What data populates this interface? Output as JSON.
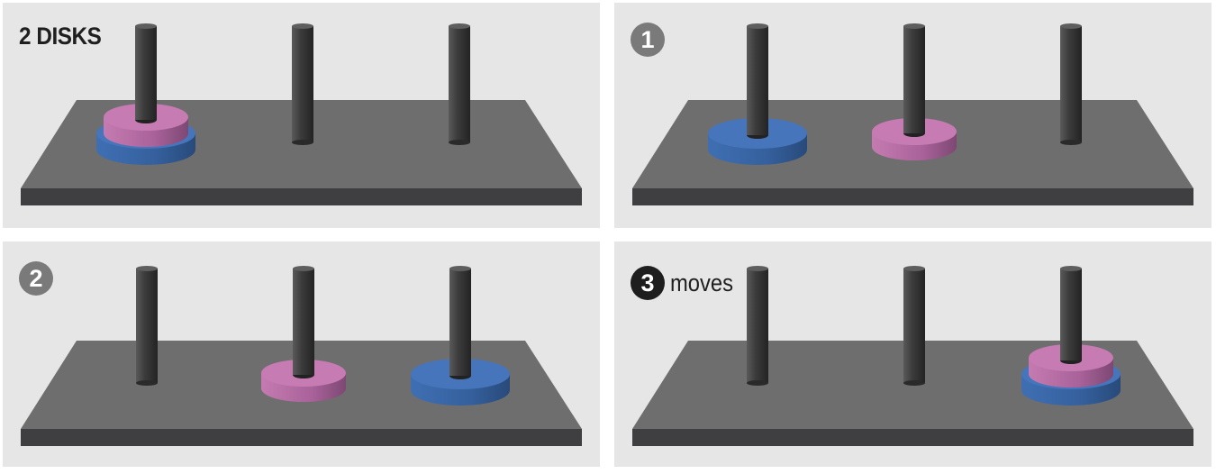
{
  "figure": {
    "title": "2 DISKS",
    "colors": {
      "background": "#e6e6e6",
      "base_top": "#6e6e6e",
      "base_front": "#3f3f41",
      "peg": "#3c3c3c",
      "small_disk": "#c77bb3",
      "large_disk": "#4675bb",
      "badge_gray": "#7a7a7a",
      "badge_black": "#1e1e1e"
    },
    "panels": [
      {
        "id": "start",
        "label": "2 DISKS",
        "badge": null,
        "suffix": null,
        "pegs": [
          [
            "large",
            "small"
          ],
          [],
          []
        ]
      },
      {
        "id": "step1",
        "label": null,
        "badge": "1",
        "suffix": null,
        "pegs": [
          [
            "large"
          ],
          [
            "small"
          ],
          []
        ]
      },
      {
        "id": "step2",
        "label": null,
        "badge": "2",
        "suffix": null,
        "pegs": [
          [],
          [
            "small"
          ],
          [
            "large"
          ]
        ]
      },
      {
        "id": "step3",
        "label": null,
        "badge": "3",
        "suffix": "moves",
        "pegs": [
          [],
          [],
          [
            "large",
            "small"
          ]
        ]
      }
    ]
  }
}
